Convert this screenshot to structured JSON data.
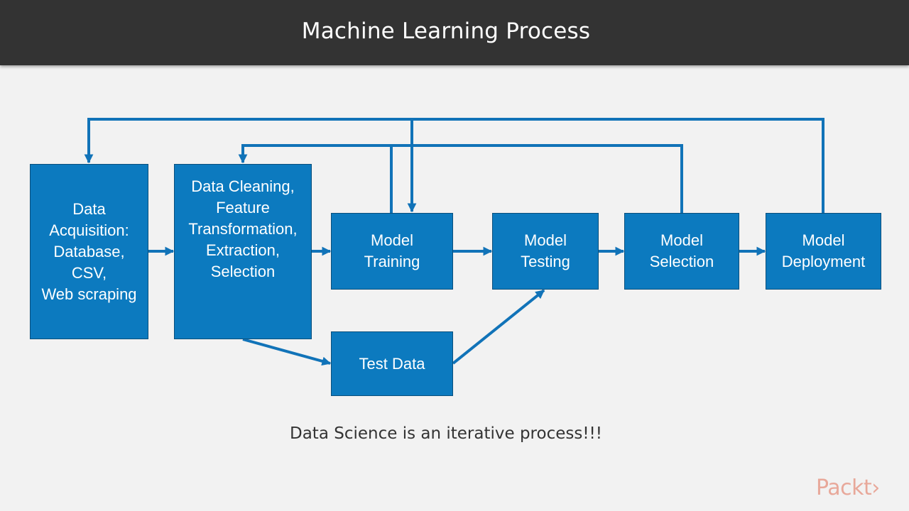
{
  "header": {
    "title": "Machine Learning Process"
  },
  "nodes": {
    "acquisition": "Data\nAcquisition:\nDatabase,\nCSV,\nWeb scraping",
    "cleaning": "Data Cleaning,\nFeature\nTransformation,\nExtraction,\nSelection",
    "training": "Model\nTraining",
    "testing": "Model\nTesting",
    "selection": "Model\nSelection",
    "deployment": "Model\nDeployment",
    "test_data": "Test Data"
  },
  "caption": "Data Science is an iterative process!!!",
  "brand": {
    "logo_text": "Packt›"
  },
  "colors": {
    "box_fill": "#0c7abf",
    "arrow": "#1173b8",
    "header_bg": "#333333"
  }
}
